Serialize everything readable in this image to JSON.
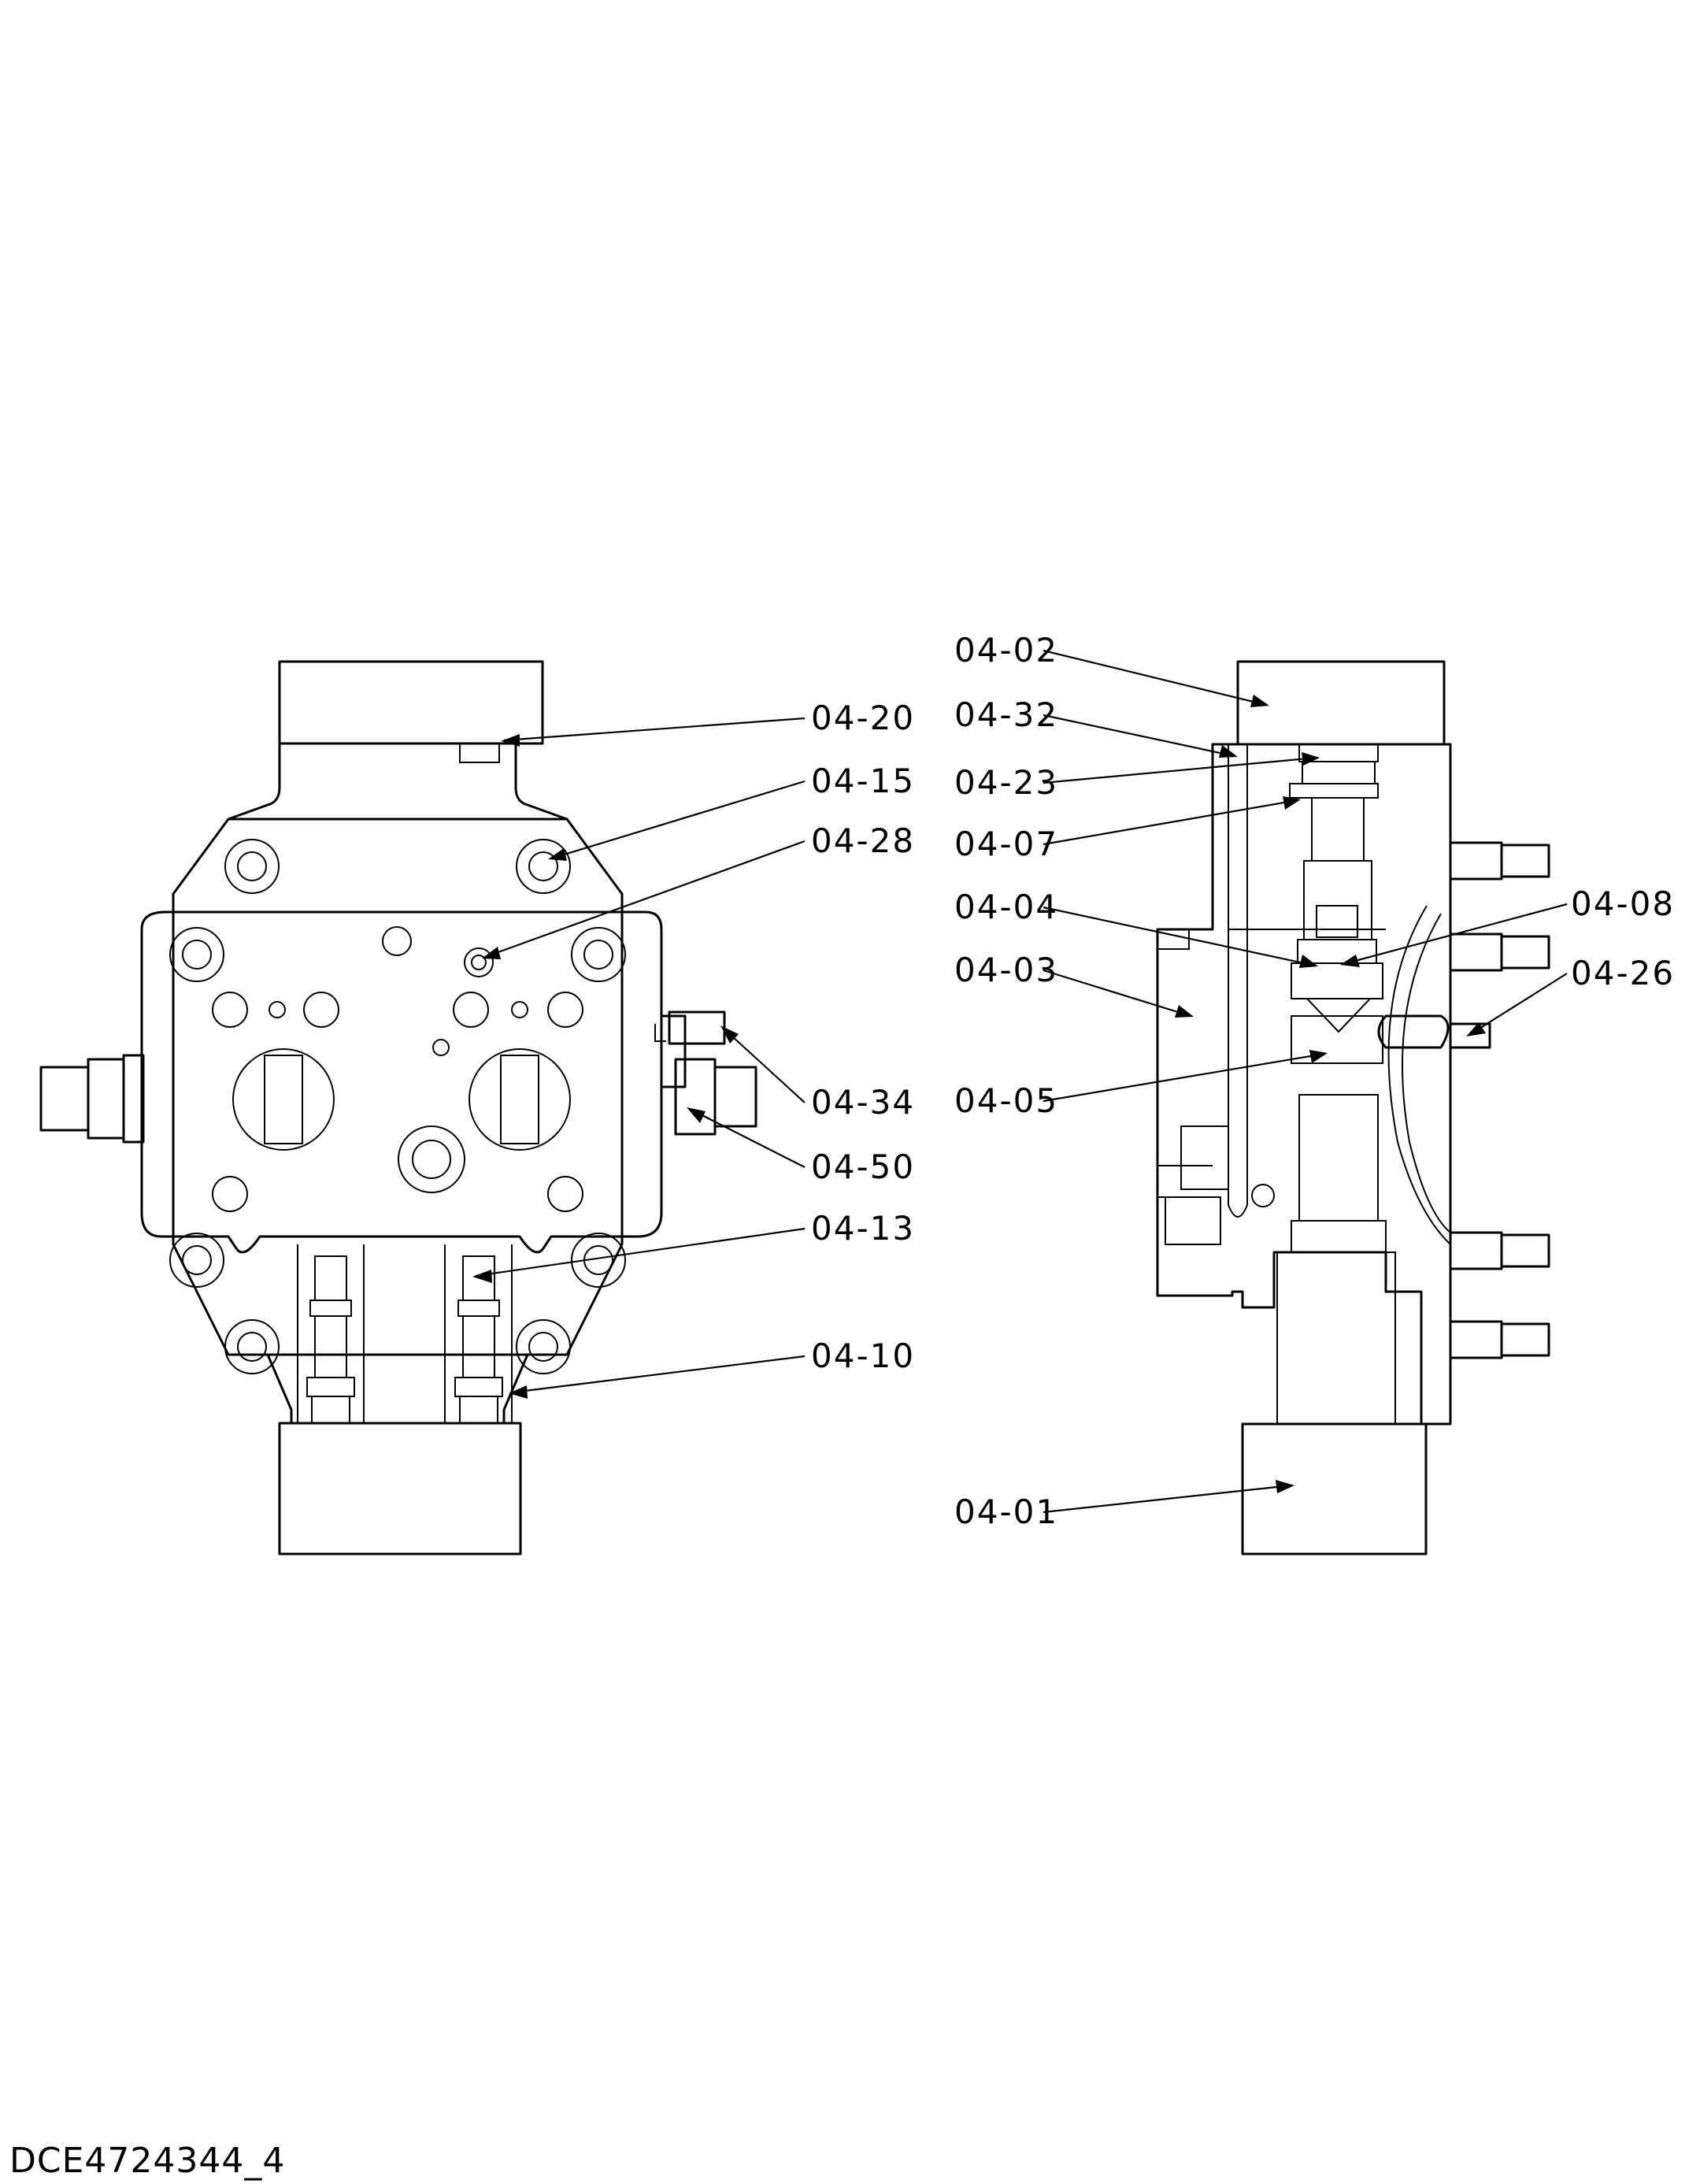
{
  "document_id": "DCE4724344_4",
  "callouts": {
    "c0420": "04-20",
    "c0415": "04-15",
    "c0428": "04-28",
    "c0434": "04-34",
    "c0450": "04-50",
    "c0413": "04-13",
    "c0410": "04-10",
    "c0402": "04-02",
    "c0432": "04-32",
    "c0423": "04-23",
    "c0407": "04-07",
    "c0404": "04-04",
    "c0403": "04-03",
    "c0405": "04-05",
    "c0401": "04-01",
    "c0408": "04-08",
    "c0426": "04-26"
  }
}
